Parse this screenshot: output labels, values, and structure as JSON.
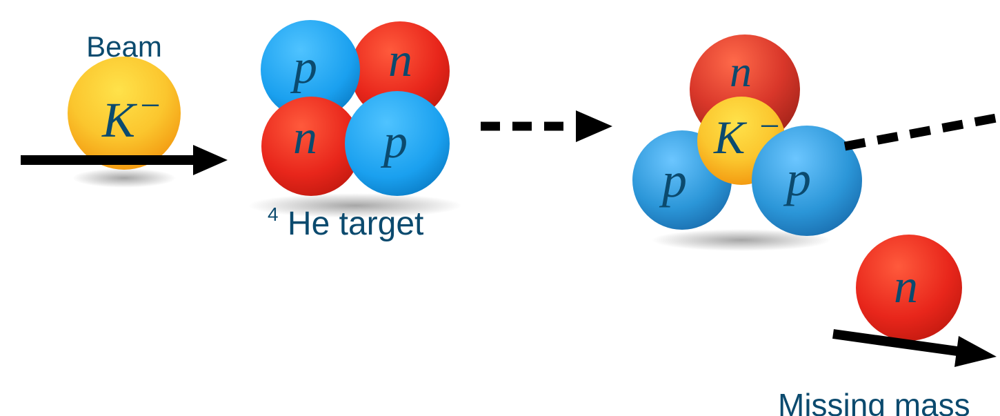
{
  "diagram": {
    "beam_label": "Beam",
    "kaon_symbol": "K",
    "kaon_charge": "−",
    "proton_symbol": "p",
    "neutron_symbol": "n",
    "target_label_mass_number": "4",
    "target_label_text": "He target",
    "missing_mass_label": "Missing mass",
    "colors": {
      "proton": "#1aa0ef",
      "neutron": "#e8261b",
      "kaon": "#f5b728",
      "label_text": "#0b4a6e",
      "arrow": "#000000"
    }
  }
}
